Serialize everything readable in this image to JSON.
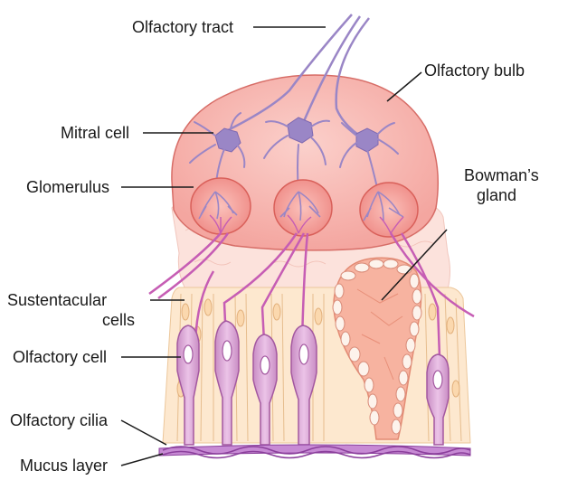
{
  "labels": {
    "olfactory_tract": "Olfactory tract",
    "olfactory_bulb": "Olfactory bulb",
    "mitral_cell": "Mitral cell",
    "glomerulus": "Glomerulus",
    "bowmans_gland_line1": "Bowman’s",
    "bowmans_gland_line2": "gland",
    "sustentacular_line1": "Sustentacular",
    "sustentacular_line2": "cells",
    "olfactory_cell": "Olfactory cell",
    "olfactory_cilia": "Olfactory cilia",
    "mucus_layer": "Mucus layer"
  },
  "colors": {
    "bulb_fill": "#f6b2ad",
    "bulb_stroke": "#d9706a",
    "glomerulus_fill": "#f39a95",
    "neuron_purple": "#9a86c6",
    "nerve_magenta": "#c65db4",
    "epithelium_fill": "#fbe3c8",
    "olfactory_cell_fill": "#dba3d6",
    "gland_fill": "#f3a892",
    "mucus_purple": "#8b3f9c"
  }
}
